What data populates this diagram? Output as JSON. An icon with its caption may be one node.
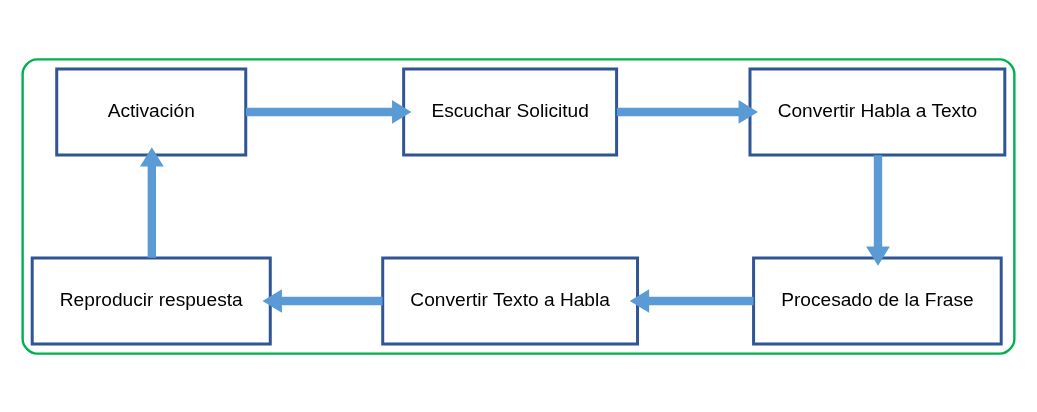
{
  "diagram": {
    "nodes": [
      {
        "text": [],
        "shape": "box"
      },
      {
        "text": [
          "Activación"
        ],
        "in": 0
      },
      {
        "text": [
          "Escuchar Solicitud"
        ],
        "in": 0
      },
      {
        "text": [
          "Convertir Habla a Texto"
        ],
        "in": 0
      },
      {
        "text": [
          "Procesado de la Frase"
        ],
        "in": 0
      },
      {
        "text": [
          "Convertir Texto a Habla"
        ],
        "in": 0
      },
      {
        "text": [
          "Reproducir respuesta"
        ],
        "in": 0
      }
    ],
    "edges": [
      {
        "from": 1,
        "to": 2,
        "arrow": "to"
      },
      {
        "from": 2,
        "to": 3,
        "arrow": "to"
      },
      {
        "from": 3,
        "to": 4,
        "arrow": "to"
      },
      {
        "from": 4,
        "to": 5,
        "arrow": "to"
      },
      {
        "from": 5,
        "to": 6,
        "arrow": "to"
      },
      {
        "from": 6,
        "to": 1,
        "arrow": "to"
      }
    ]
  }
}
